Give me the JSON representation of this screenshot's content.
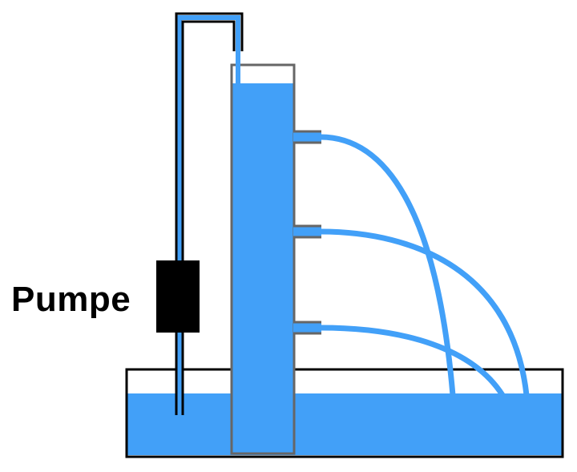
{
  "labels": {
    "pump": "Pumpe"
  },
  "colors": {
    "water": "#42A0F8",
    "tank_outline": "#000000",
    "column_outline": "#666666",
    "pump_body": "#000000",
    "pipe_outline": "#000000"
  },
  "components": {
    "pump": "pump",
    "column": "water-column",
    "basin": "water-basin",
    "outlets": [
      "upper-outlet",
      "middle-outlet",
      "lower-outlet"
    ]
  }
}
